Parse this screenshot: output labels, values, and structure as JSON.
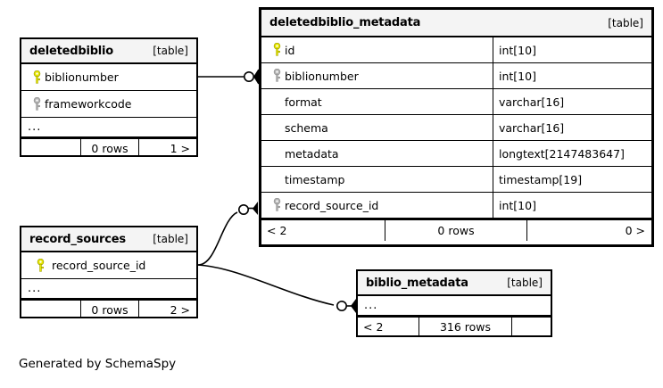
{
  "diagram": {
    "caption": "Generated by SchemaSpy",
    "table_tag": "[table]",
    "ellipsis": "...",
    "key_colors": {
      "primary": "#e8e800",
      "foreign": "#b3b3b3"
    },
    "edge_color": "#000000"
  },
  "tables": {
    "deletedbiblio": {
      "name": "deletedbiblio",
      "tag": "[table]",
      "columns": [
        {
          "key": "primary",
          "name": "biblionumber"
        },
        {
          "key": "foreign",
          "name": "frameworkcode"
        }
      ],
      "more": "...",
      "footer": {
        "left": "",
        "center": "0 rows",
        "right": "1 >"
      }
    },
    "deletedbiblio_metadata": {
      "name": "deletedbiblio_metadata",
      "tag": "[table]",
      "columns": [
        {
          "key": "primary",
          "name": "id",
          "type": "int[10]"
        },
        {
          "key": "foreign",
          "name": "biblionumber",
          "type": "int[10]"
        },
        {
          "key": "none",
          "name": "format",
          "type": "varchar[16]"
        },
        {
          "key": "none",
          "name": "schema",
          "type": "varchar[16]"
        },
        {
          "key": "none",
          "name": "metadata",
          "type": "longtext[2147483647]"
        },
        {
          "key": "none",
          "name": "timestamp",
          "type": "timestamp[19]"
        },
        {
          "key": "foreign",
          "name": "record_source_id",
          "type": "int[10]"
        }
      ],
      "footer": {
        "left": "< 2",
        "center": "0 rows",
        "right": "0 >"
      }
    },
    "record_sources": {
      "name": "record_sources",
      "tag": "[table]",
      "columns": [
        {
          "key": "primary",
          "name": "record_source_id"
        }
      ],
      "more": "...",
      "footer": {
        "left": "",
        "center": "0 rows",
        "right": "2 >"
      }
    },
    "biblio_metadata": {
      "name": "biblio_metadata",
      "tag": "[table]",
      "more": "...",
      "footer": {
        "left": "< 2",
        "center": "316 rows",
        "right": ""
      }
    }
  },
  "relationships": [
    {
      "from": "deletedbiblio.biblionumber",
      "to": "deletedbiblio_metadata.biblionumber"
    },
    {
      "from": "record_sources.record_source_id",
      "to": "deletedbiblio_metadata.record_source_id"
    },
    {
      "from": "record_sources.record_source_id",
      "to": "biblio_metadata"
    }
  ]
}
